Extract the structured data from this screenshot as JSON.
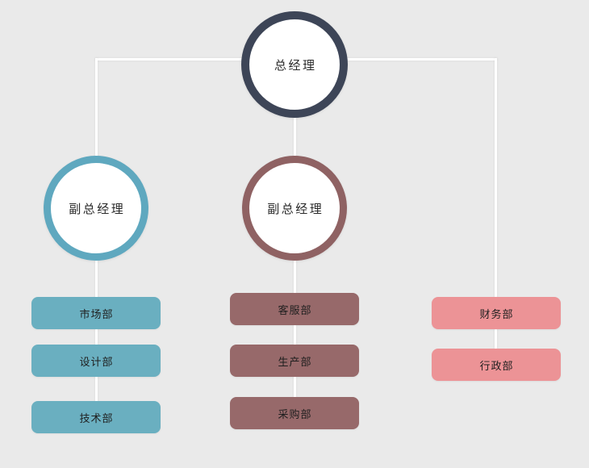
{
  "chart": {
    "type": "org-chart",
    "background_color": "#eaeaea",
    "connector_color": "#ffffff",
    "nodes": {
      "ceo": {
        "label": "总经理",
        "shape": "circle",
        "border_color": "#3d4557",
        "fill_color": "#ffffff",
        "level": 1
      },
      "vp_left": {
        "label": "副总经理",
        "shape": "circle",
        "border_color": "#5fa8bf",
        "fill_color": "#ffffff",
        "level": 2
      },
      "vp_mid": {
        "label": "副总经理",
        "shape": "circle",
        "border_color": "#8f6263",
        "fill_color": "#ffffff",
        "level": 2
      }
    },
    "columns": [
      {
        "name": "left-column",
        "parent": "vp_left",
        "color": "#6aafc0",
        "departments": [
          {
            "label": "市场部"
          },
          {
            "label": "设计部"
          },
          {
            "label": "技术部"
          }
        ]
      },
      {
        "name": "middle-column",
        "parent": "vp_mid",
        "color": "#97696a",
        "departments": [
          {
            "label": "客服部"
          },
          {
            "label": "生产部"
          },
          {
            "label": "采购部"
          }
        ]
      },
      {
        "name": "right-column",
        "parent": "ceo",
        "color": "#ec9396",
        "departments": [
          {
            "label": "财务部"
          },
          {
            "label": "行政部"
          }
        ]
      }
    ]
  }
}
